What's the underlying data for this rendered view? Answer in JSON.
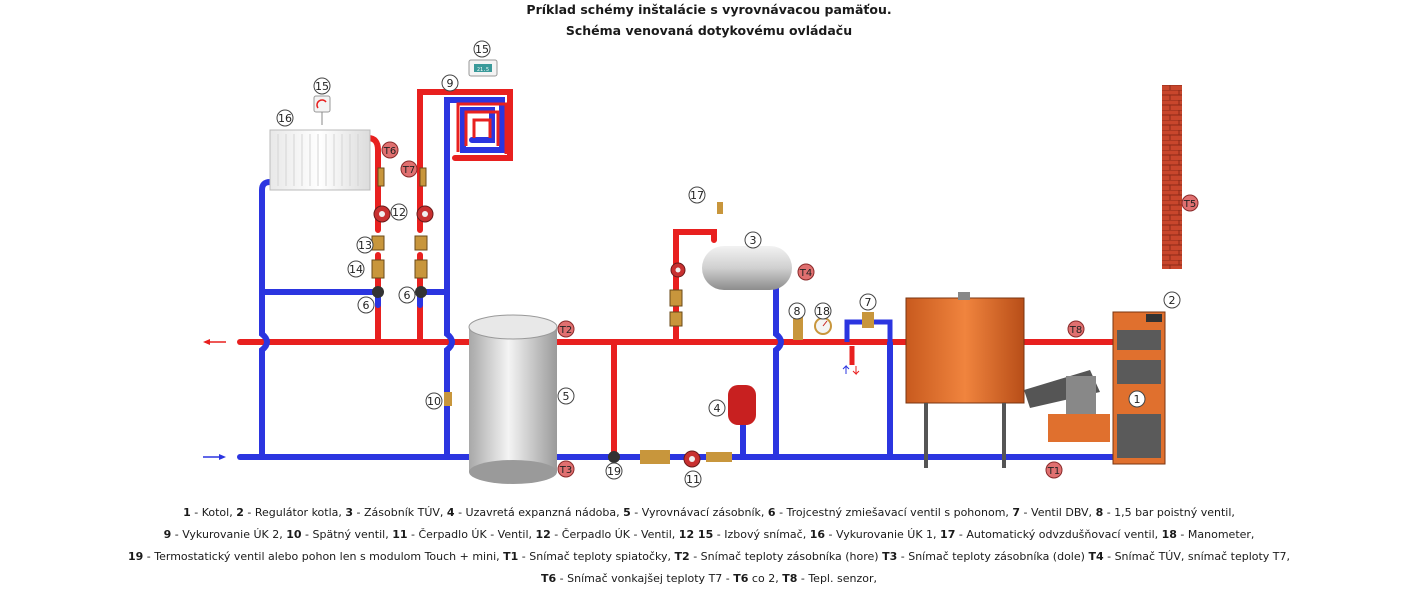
{
  "title": "Príklad schémy inštalácie s vyrovnávacou pamäťou.",
  "subtitle": "Schéma venovaná dotykovému ovládaču",
  "markers": {
    "n1": "1",
    "n2": "2",
    "n3": "3",
    "n4": "4",
    "n5": "5",
    "n6a": "6",
    "n6b": "6",
    "n7": "7",
    "n8": "8",
    "n9": "9",
    "n10": "10",
    "n11": "11",
    "n12": "12",
    "n13": "13",
    "n14": "14",
    "n15a": "15",
    "n15b": "15",
    "n16": "16",
    "n17": "17",
    "n18": "18",
    "n19": "19",
    "t1": "T1",
    "t2": "T2",
    "t3": "T3",
    "t4": "T4",
    "t5": "T5",
    "t6": "T6",
    "t7": "T7",
    "t8": "T8"
  },
  "thermostat_display": "21.5",
  "legend": {
    "line1": [
      {
        "k": "1",
        "v": " - Kotol, "
      },
      {
        "k": "2",
        "v": " - Regulátor kotla, "
      },
      {
        "k": "3",
        "v": " - Zásobník TÚV, "
      },
      {
        "k": "4",
        "v": " - Uzavretá expanzná nádoba, "
      },
      {
        "k": "5",
        "v": " - Vyrovnávací zásobník, "
      },
      {
        "k": "6",
        "v": " - Trojcestný zmiešavací ventil s pohonom, "
      },
      {
        "k": "7",
        "v": " - Ventil DBV, "
      },
      {
        "k": "8",
        "v": " - 1,5 bar poistný ventil,"
      }
    ],
    "line2": [
      {
        "k": "9",
        "v": " - Vykurovanie ÚK 2, "
      },
      {
        "k": "10",
        "v": " - Spätný ventil, "
      },
      {
        "k": "11",
        "v": " - Čerpadlo ÚK - Ventil, "
      },
      {
        "k": "12",
        "v": " - Čerpadlo ÚK - Ventil, "
      },
      {
        "k": "12 15",
        "v": " - Izbový snímač, "
      },
      {
        "k": "16",
        "v": " - Vykurovanie ÚK 1, "
      },
      {
        "k": "17",
        "v": " - Automatický odvzdušňovací ventil, "
      },
      {
        "k": "18",
        "v": " - Manometer,"
      }
    ],
    "line3": [
      {
        "k": "19",
        "v": " - Termostatický ventil alebo pohon len s modulom Touch + mini, "
      },
      {
        "k": "T1",
        "v": " - Snímač teploty spiatočky, "
      },
      {
        "k": "T2",
        "v": " - Snímač teploty zásobníka (hore) "
      },
      {
        "k": "T3",
        "v": " - Snímač teploty zásobníka (dole) "
      },
      {
        "k": "T4",
        "v": " - Snímač TÚV, snímač teploty T7,"
      }
    ],
    "line4": [
      {
        "k": "T6",
        "v": " - Snímač vonkajšej teploty T7 - "
      },
      {
        "k": "T6",
        "v": " co 2, "
      },
      {
        "k": "T8",
        "v": " - Tepl. senzor,"
      }
    ]
  },
  "colors": {
    "supply": "#e8201f",
    "return": "#2b35e0",
    "boiler": "#e0702e",
    "tank": "#d8d8d8",
    "brick": "#c8462c",
    "sensor": "#e07070"
  }
}
